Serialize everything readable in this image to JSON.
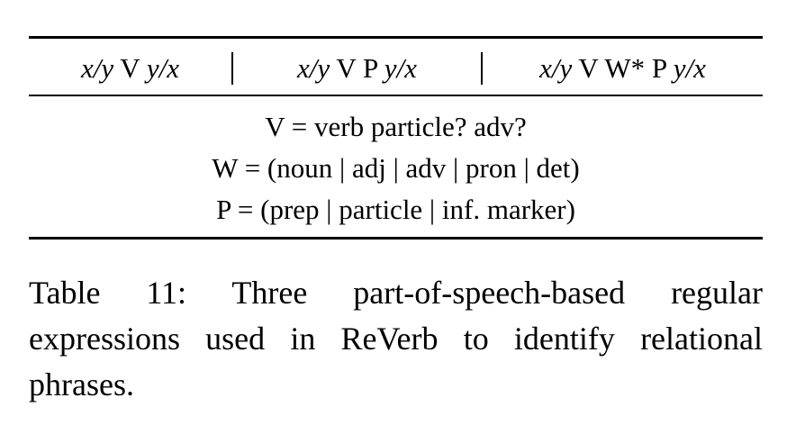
{
  "table": {
    "headers": [
      {
        "a": "x/y",
        "b": " V ",
        "c": "y/x"
      },
      {
        "a": "x/y",
        "b": " V P ",
        "c": "y/x"
      },
      {
        "a": "x/y",
        "b": " V W* P ",
        "c": "y/x"
      }
    ],
    "rows": [
      "V = verb particle? adv?",
      "W = (noun | adj | adv | pron | det)",
      "P = (prep | particle | inf. marker)"
    ]
  },
  "caption": "Table 11: Three part-of-speech-based regular expressions used in ReVerb to identify relational phrases."
}
